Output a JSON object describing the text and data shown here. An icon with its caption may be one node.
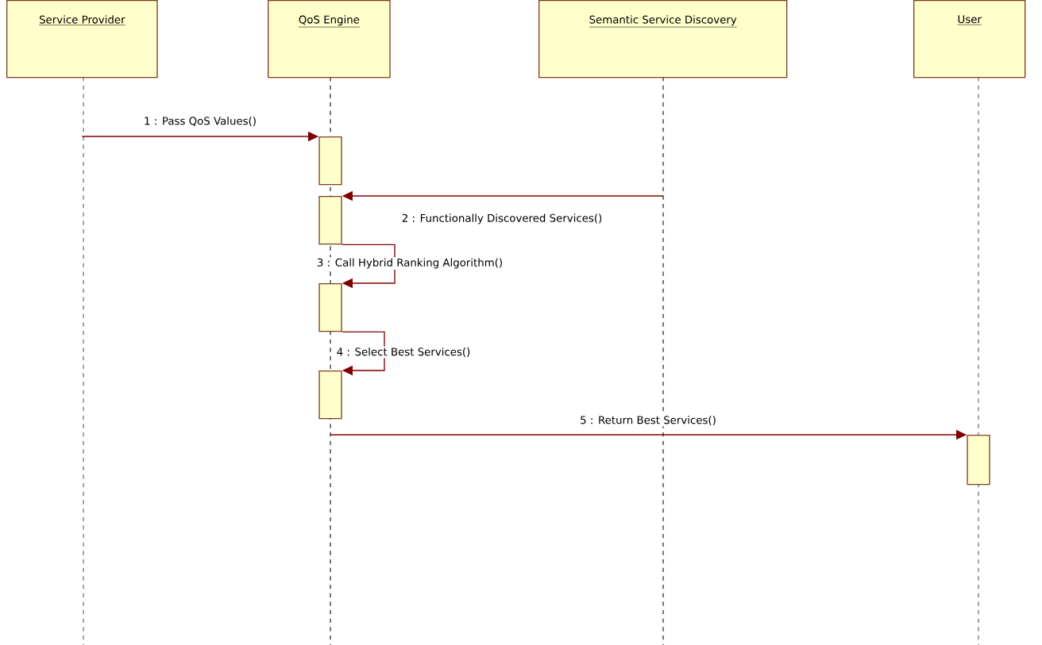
{
  "diagram": {
    "nodes": [
      {
        "text": [
          "Service Provider"
        ]
      },
      {
        "text": [
          "QoS Engine"
        ]
      },
      {
        "text": [
          "Semantic Service Discovery"
        ]
      },
      {
        "text": [
          "User"
        ]
      },
      {
        "text": [],
        "shape": "bar"
      },
      {
        "text": [],
        "shape": "bar"
      },
      {
        "text": [],
        "shape": "bar"
      },
      {
        "text": [],
        "shape": "bar"
      },
      {
        "text": [],
        "shape": "bar"
      }
    ],
    "edges": [
      {
        "from": 0,
        "to": 4,
        "arrow": "to",
        "label": "1 : Pass QoS Values()"
      },
      {
        "from": null,
        "to": 5,
        "arrow": "to",
        "label": "2 : Functionally Discovered Services()"
      },
      {
        "from": 5,
        "to": 6,
        "arrow": "to",
        "label": "3 : Call Hybrid Ranking Algorithm()"
      },
      {
        "from": 6,
        "to": 7,
        "arrow": "to",
        "label": "4 : Select Best Services()"
      },
      {
        "from": null,
        "to": 8,
        "arrow": "to",
        "label": "5 : Return Best Services()"
      }
    ]
  }
}
